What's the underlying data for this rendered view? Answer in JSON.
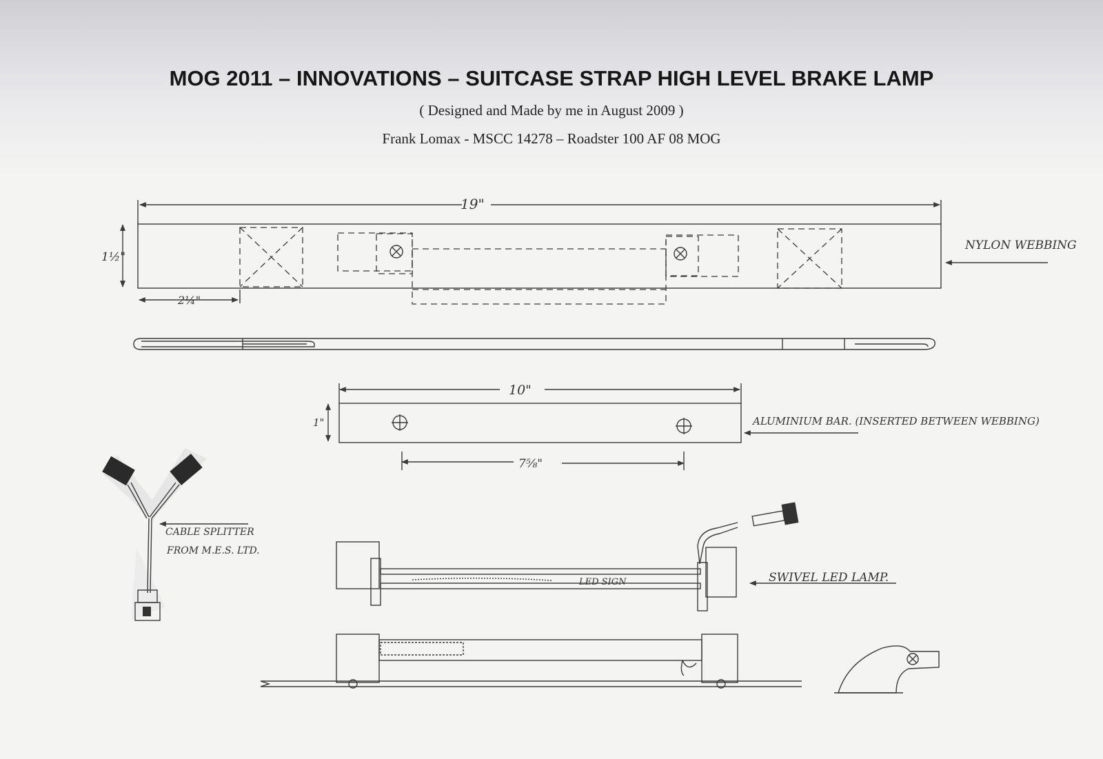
{
  "header": {
    "title": "MOG 2011 – INNOVATIONS – SUITCASE STRAP HIGH LEVEL BRAKE LAMP",
    "subtitle": "( Designed and Made by me in August 2009 )",
    "author": "Frank Lomax - MSCC 14278 – Roadster 100 AF 08 MOG"
  },
  "strap": {
    "length_label": "19\"",
    "height_label": "1½\"",
    "offset_label": "2¼\"",
    "callout": "NYLON WEBBING"
  },
  "bar": {
    "length_label": "10\"",
    "height_label": "1\"",
    "hole_spacing_label": "7⅝\"",
    "callout": "ALUMINIUM BAR. (INSERTED BETWEEN WEBBING)"
  },
  "splitter": {
    "callout_line1": "CABLE SPLITTER",
    "callout_line2": "FROM M.E.S. LTD."
  },
  "lamp": {
    "sign_label": "LED SIGN",
    "callout": "SWIVEL LED LAMP."
  }
}
